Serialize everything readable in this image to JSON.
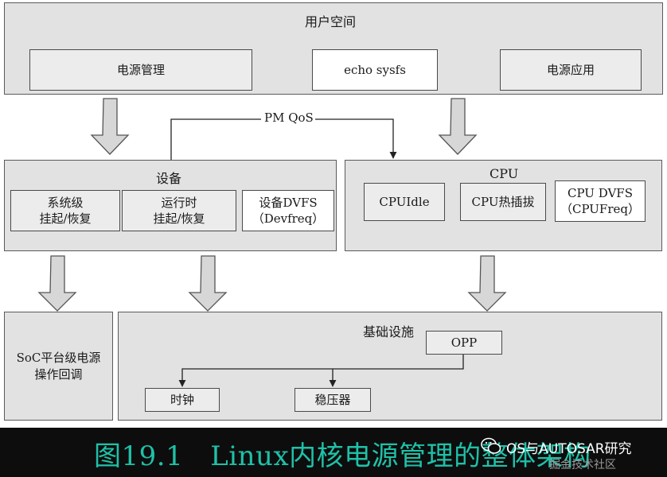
{
  "user_space": {
    "title": "用户空间",
    "power_mgmt": "电源管理",
    "echo_sysfs": "echo sysfs",
    "power_app": "电源应用"
  },
  "pm_qos": "PM QoS",
  "device": {
    "title": "设备",
    "system_suspend": "系统级\n挂起/恢复",
    "runtime_suspend": "运行时\n挂起/恢复",
    "device_dvfs": "设备DVFS\n（Devfreq）"
  },
  "cpu": {
    "title": "CPU",
    "cpuidle": "CPUIdle",
    "hotplug": "CPU热插拔",
    "cpu_dvfs": "CPU DVFS\n（CPUFreq）"
  },
  "soc_callback": "SoC平台级电源\n操作回调",
  "infrastructure": {
    "title": "基础设施",
    "opp": "OPP",
    "clock": "时钟",
    "regulator": "稳压器"
  },
  "caption": {
    "figure_number": "图19.1",
    "text": "Linux内核电源管理的整体架构"
  },
  "watermark": {
    "name": "OS与AUTOSAR研究",
    "sub": "掘金技术社区"
  }
}
